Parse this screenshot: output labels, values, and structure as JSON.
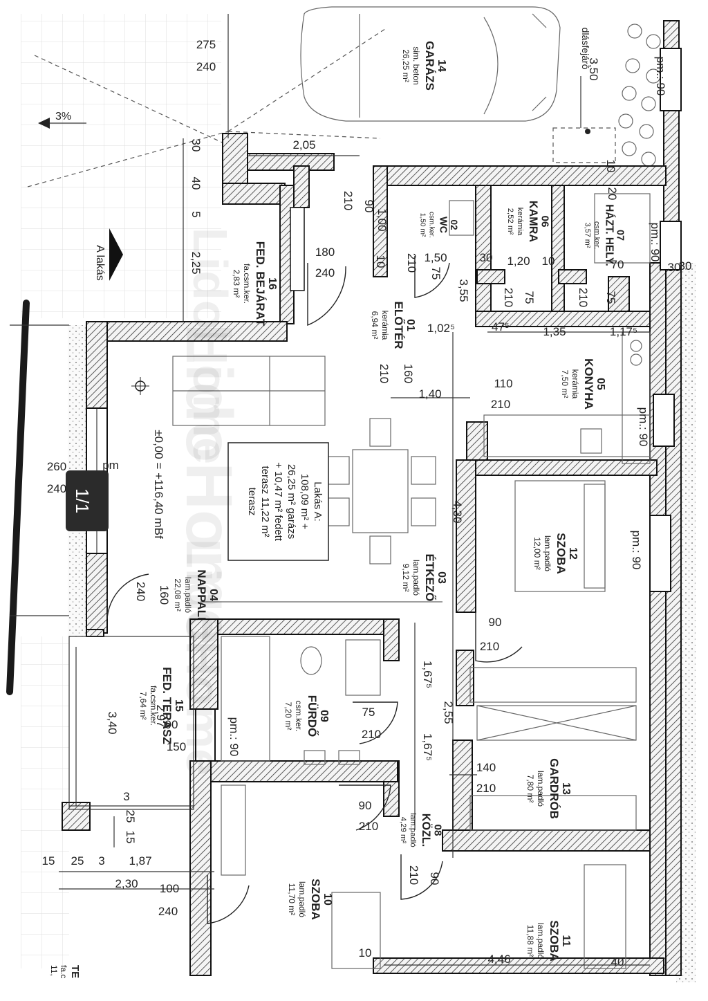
{
  "rooms": [
    {
      "id": "01",
      "name": "ELŐTÉR",
      "material": "kerámia",
      "area": "6,94 m²"
    },
    {
      "id": "02",
      "name": "WC",
      "material": "csm.ker.",
      "area": "1,50 m²"
    },
    {
      "id": "03",
      "name": "ÉTKEZŐ",
      "material": "lam.padló",
      "area": "9,12 m²"
    },
    {
      "id": "04",
      "name": "NAPPALI",
      "material": "lam.padló",
      "area": "22,08 m²"
    },
    {
      "id": "05",
      "name": "KONYHA",
      "material": "kerámia",
      "area": "7,50 m²"
    },
    {
      "id": "06",
      "name": "KAMRA",
      "material": "kerámia",
      "area": "2,52 m²"
    },
    {
      "id": "07",
      "name": "HÁZT. HELY.",
      "material": "csm.ker.",
      "area": "3,57 m²"
    },
    {
      "id": "08",
      "name": "KÖZL.",
      "material": "lam.padló",
      "area": "4,29 m²"
    },
    {
      "id": "09",
      "name": "FÜRDŐ",
      "material": "csm.ker.",
      "area": "7,20 m²"
    },
    {
      "id": "10",
      "name": "SZOBA",
      "material": "lam.padló",
      "area": "11,70 m²"
    },
    {
      "id": "11",
      "name": "SZOBA",
      "material": "lam.padló",
      "area": "11,88 m²"
    },
    {
      "id": "12",
      "name": "SZOBA",
      "material": "lam.padló",
      "area": "12,00 m²"
    },
    {
      "id": "13",
      "name": "GARDRÓB",
      "material": "lam.padló",
      "area": "7,80 m²"
    },
    {
      "id": "14",
      "name": "GARÁZS",
      "material": "sim. beton",
      "area": "26,25 m²"
    },
    {
      "id": "15",
      "name": "FED. TERASZ",
      "material": "fa.csm.ker.",
      "area": "7,64 m²"
    },
    {
      "id": "16",
      "name": "FED. BEJÁRAT",
      "material": "fa.csm.ker.",
      "area": "2,83 m²"
    }
  ],
  "summary": {
    "line1": "Lakás A:",
    "line2": "108,09 m² +",
    "line3": "26,25 m² garázs",
    "line4": "+ 10,47 m² fedett",
    "line5": "terasz  11,22 m²",
    "line6": "terasz"
  },
  "labels": {
    "level": "±0,00 = +116,40 mBf",
    "sheet": "1/1",
    "slope": "3%",
    "unit": "A lakás",
    "downspout": "dlásfejáró",
    "watermark": "LidoHome",
    "partial_room": "TE",
    "partial_sub1": "fa.c",
    "partial_sub2": "11,"
  },
  "dims": {
    "d275": "275",
    "d240a": "240",
    "d2_05": "2,05",
    "d30a": "30",
    "d40": "40",
    "d5": "5",
    "d2_25": "2,25",
    "d210a": "210",
    "d90a": "90",
    "d1_00": "1,00",
    "d180": "180",
    "d240b": "240",
    "d10a": "10",
    "d210b": "210",
    "d1_50": "1,50",
    "d75a": "75",
    "d30b": "30",
    "d1_20": "1,20",
    "d10b": "10",
    "d70": "70",
    "d3_50": "3,50",
    "d10c": "10",
    "d20": "20",
    "d30c": "30",
    "d3_55": "3,55",
    "d210c": "210",
    "d75b": "75",
    "d210d": "210",
    "d75c": "75",
    "d1_02": "1,02⁵",
    "d47": "47⁵",
    "d1_35": "1,35",
    "d1_17": "1,17⁵",
    "d210e": "210",
    "d160a": "160",
    "d1_40": "1,40",
    "d110": "110",
    "d210f": "210",
    "d260": "260",
    "d240c": "240",
    "d4_30": "4,30",
    "d240d": "240",
    "d160b": "160",
    "d90b": "90",
    "d210g": "210",
    "d1_67a": "1,67⁵",
    "d2_55": "2,55",
    "d1_67b": "1,67⁵",
    "d75d": "75",
    "d210h": "210",
    "d90c": "90",
    "d150": "150",
    "d3_40": "3,40",
    "d2_97": "2,97",
    "d140": "140",
    "d210i": "210",
    "d90d": "90",
    "d210j": "210",
    "d3": "3",
    "d25a": "25",
    "d15a": "15",
    "d15b": "15",
    "d25b": "25",
    "d3b": "3",
    "d1_87": "1,87",
    "d2_30": "2,30",
    "d100": "100",
    "d240e": "240",
    "d210k": "210",
    "d90e": "90",
    "d10d": "10",
    "d4_46": "4,46",
    "d40b": "40",
    "pm90a": "pm.: 90",
    "pm90b": "pm.: 90",
    "pm90c": "pm.: 90",
    "pm90d": "pm.: 90",
    "pm90e": "pm.: 90",
    "pm_partial": "pm",
    "d30d": "30"
  }
}
